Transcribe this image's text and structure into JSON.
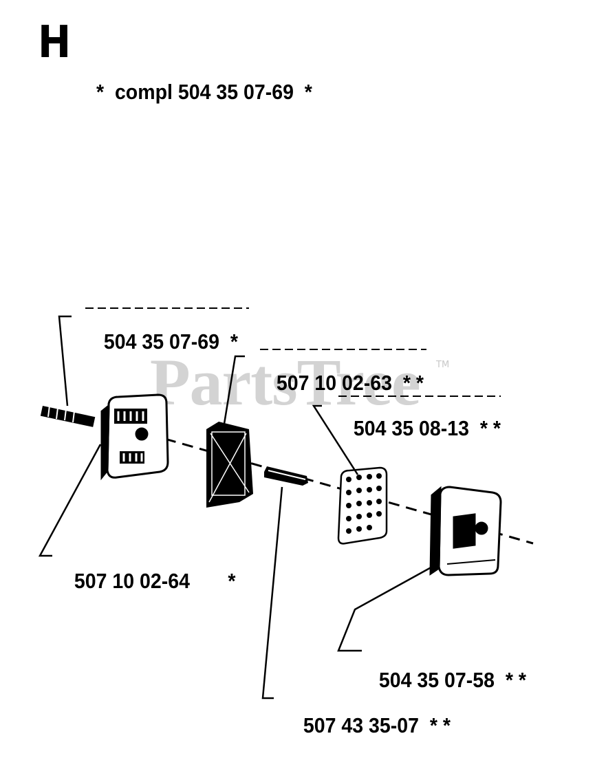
{
  "section_letter": "H",
  "assembly_label": "*  compl 504 35 07-69  *",
  "watermark": {
    "text": "PartsTree",
    "tm": "TM"
  },
  "callouts": [
    {
      "part_number": "504 35 07-69",
      "marks": "*"
    },
    {
      "part_number": "507 10 02-63",
      "marks": "* *"
    },
    {
      "part_number": "504 35 08-13",
      "marks": "* *"
    },
    {
      "part_number": "507 10 02-64",
      "marks": "*"
    },
    {
      "part_number": "504 35 07-58",
      "marks": "* *"
    },
    {
      "part_number": "507 43 35-07",
      "marks": "* *"
    }
  ]
}
